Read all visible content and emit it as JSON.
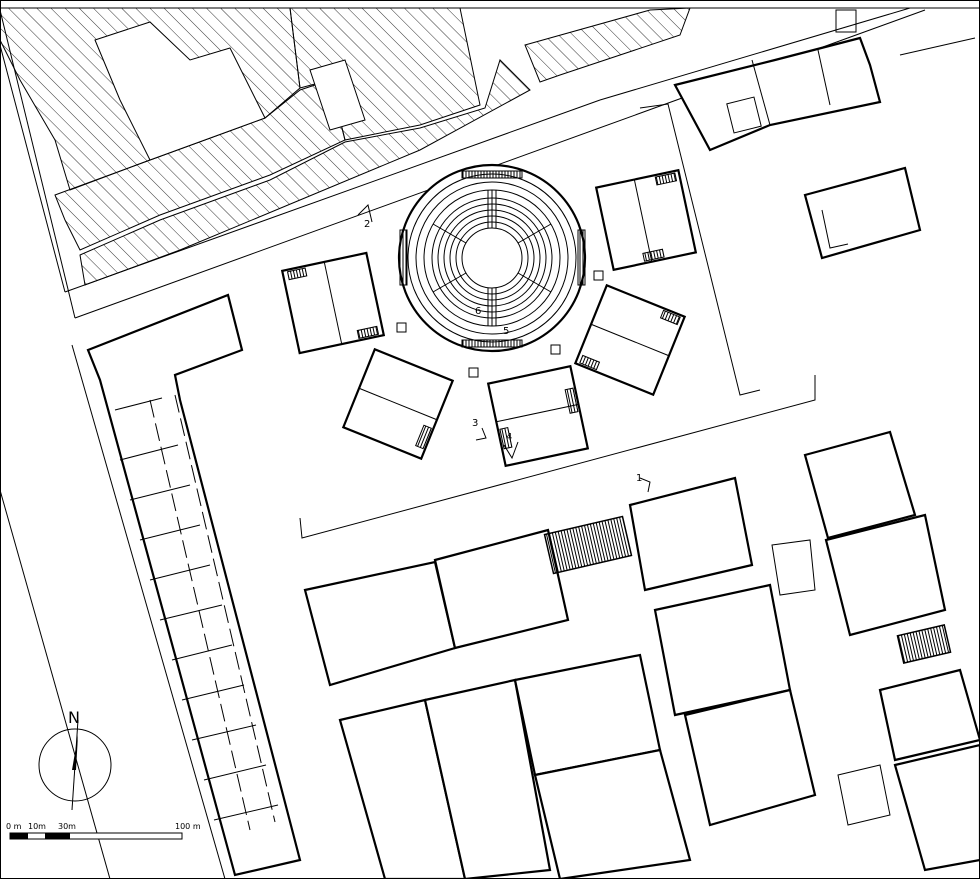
{
  "markers": [
    {
      "label": "1"
    },
    {
      "label": "2"
    },
    {
      "label": "3"
    },
    {
      "label": "4"
    },
    {
      "label": "5"
    },
    {
      "label": "6"
    }
  ],
  "north_arrow": {
    "label": "N"
  },
  "scale_bar": {
    "labels": [
      "0 m",
      "10m",
      "30m",
      "100 m"
    ]
  }
}
